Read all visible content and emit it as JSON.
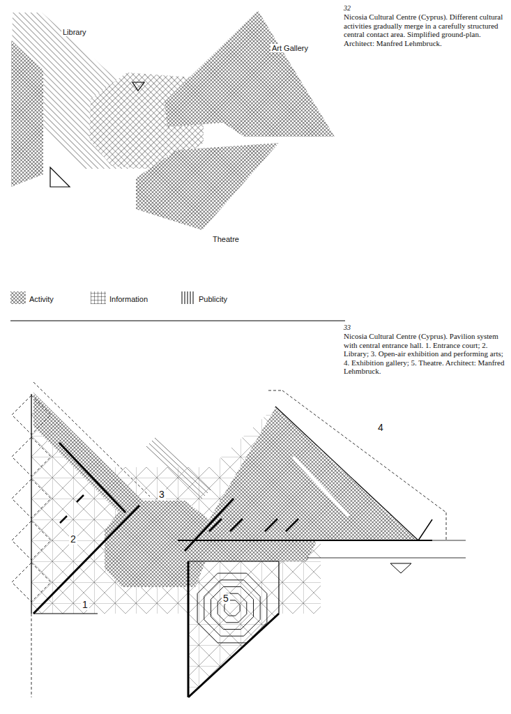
{
  "diagram": {
    "labels": [
      "Library",
      "Art Gallery",
      "Theatre",
      "32",
      "Nicosia Cultural Centre (Cyprus). Different cultural activities gradually merge in a carefully structured central contact area. Simplified ground-plan. Architect: Manfred Lehmbruck.",
      "33",
      "Nicosia Cultural Centre (Cyprus). Pavilion system with central entrance hall. 1. Entrance court; 2. Library; 3. Open-air exhibition and performing arts; 4. Exhibition gallery; 5. Theatre. Architect: Manfred Lehmbruck.",
      "4",
      "3",
      "2",
      "1",
      "5"
    ],
    "legend": [
      {
        "text": "Activity"
      },
      {
        "text": "Information"
      },
      {
        "text": "Publicity"
      }
    ]
  }
}
